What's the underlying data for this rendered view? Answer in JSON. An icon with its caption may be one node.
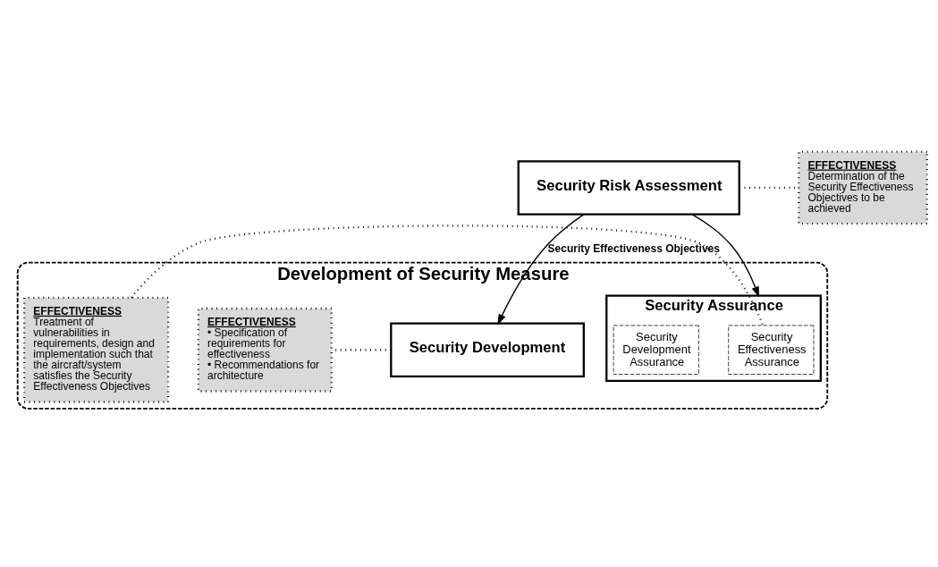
{
  "diagram": {
    "nodes": [
      {
        "text": [
          "Security Risk Assessment"
        ]
      },
      {
        "text": [
          "EFFECTIVENESS",
          "Determination of the Security Effectiveness Objectives to be achieved"
        ]
      },
      {
        "text": [
          "Development of Security Measure"
        ]
      },
      {
        "text": [
          "Security Development"
        ],
        "in": 2
      },
      {
        "text": [
          "EFFECTIVENESS",
          "• Specification of requirements for effectiveness",
          "• Recommendations for architecture"
        ],
        "in": 2
      },
      {
        "text": [
          "EFFECTIVENESS",
          "Treatment of vulnerabilities in requirements, design and implementation such that the aircraft/system satisfies the Security Effectiveness Objectives"
        ],
        "in": 2
      },
      {
        "text": [
          "Security Assurance"
        ],
        "in": 2
      },
      {
        "text": [
          "Security Effectiveness Assurance"
        ],
        "in": 6
      },
      {
        "text": [
          "Security Development Assurance"
        ],
        "in": 6
      }
    ],
    "edges": [
      {
        "from": 0,
        "to": 3,
        "arrow": "to",
        "label": "Security Effectiveness Objectives"
      },
      {
        "from": 0,
        "to": 6,
        "arrow": "to"
      },
      {
        "from": 0,
        "to": 1,
        "arrow": "none",
        "style": "dashed"
      },
      {
        "from": 3,
        "to": 4,
        "arrow": "none",
        "style": "dashed"
      },
      {
        "from": 5,
        "to": 7,
        "arrow": "none",
        "style": "dashed"
      }
    ]
  }
}
